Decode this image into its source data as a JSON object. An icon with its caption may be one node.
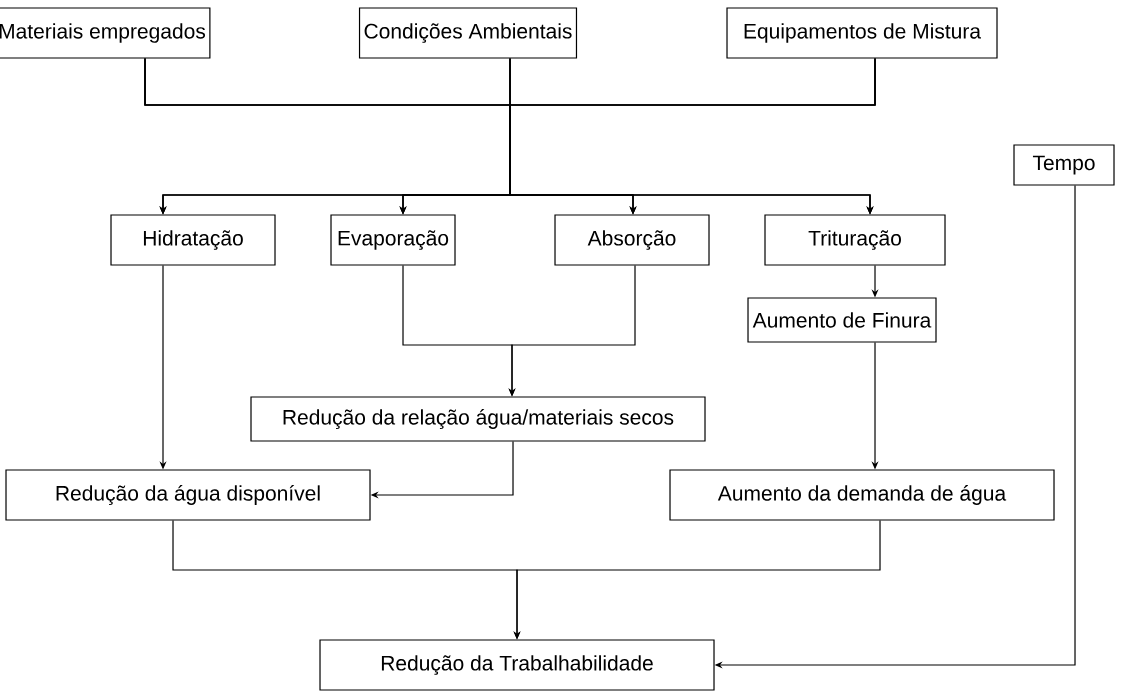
{
  "diagram": {
    "nodes": [
      {
        "text": [
          "Materiais empregados"
        ]
      },
      {
        "text": [
          "Condições Ambientais"
        ]
      },
      {
        "text": [
          "Equipamentos de Mistura"
        ]
      },
      {
        "text": [
          "Tempo"
        ]
      },
      {
        "text": [
          "Hidratação"
        ]
      },
      {
        "text": [
          "Evaporação"
        ]
      },
      {
        "text": [
          "Absorção"
        ]
      },
      {
        "text": [
          "Trituração"
        ]
      },
      {
        "text": [
          "Aumento de Finura"
        ]
      },
      {
        "text": [
          "Redução da relação água/materiais secos"
        ]
      },
      {
        "text": [
          "Redução da água disponível"
        ]
      },
      {
        "text": [
          "Aumento da demanda de água"
        ]
      },
      {
        "text": [
          "Redução da Trabalhabilidade"
        ]
      }
    ],
    "edges": [
      {
        "from": 0,
        "to": 4,
        "arrow": "to"
      },
      {
        "from": 0,
        "to": 5,
        "arrow": "to"
      },
      {
        "from": 0,
        "to": 6,
        "arrow": "to"
      },
      {
        "from": 0,
        "to": 7,
        "arrow": "to"
      },
      {
        "from": 1,
        "to": 4,
        "arrow": "to"
      },
      {
        "from": 1,
        "to": 5,
        "arrow": "to"
      },
      {
        "from": 1,
        "to": 6,
        "arrow": "to"
      },
      {
        "from": 1,
        "to": 7,
        "arrow": "to"
      },
      {
        "from": 2,
        "to": 4,
        "arrow": "to"
      },
      {
        "from": 2,
        "to": 5,
        "arrow": "to"
      },
      {
        "from": 2,
        "to": 6,
        "arrow": "to"
      },
      {
        "from": 2,
        "to": 7,
        "arrow": "to"
      },
      {
        "from": 4,
        "to": 10,
        "arrow": "to"
      },
      {
        "from": 5,
        "to": 9,
        "arrow": "to"
      },
      {
        "from": 6,
        "to": 9,
        "arrow": "to"
      },
      {
        "from": 7,
        "to": 8,
        "arrow": "to"
      },
      {
        "from": 8,
        "to": 11,
        "arrow": "to"
      },
      {
        "from": 9,
        "to": 10,
        "arrow": "to"
      },
      {
        "from": 10,
        "to": 12,
        "arrow": "to"
      },
      {
        "from": 11,
        "to": 12,
        "arrow": "to"
      },
      {
        "from": 3,
        "to": 12,
        "arrow": "to"
      }
    ]
  }
}
